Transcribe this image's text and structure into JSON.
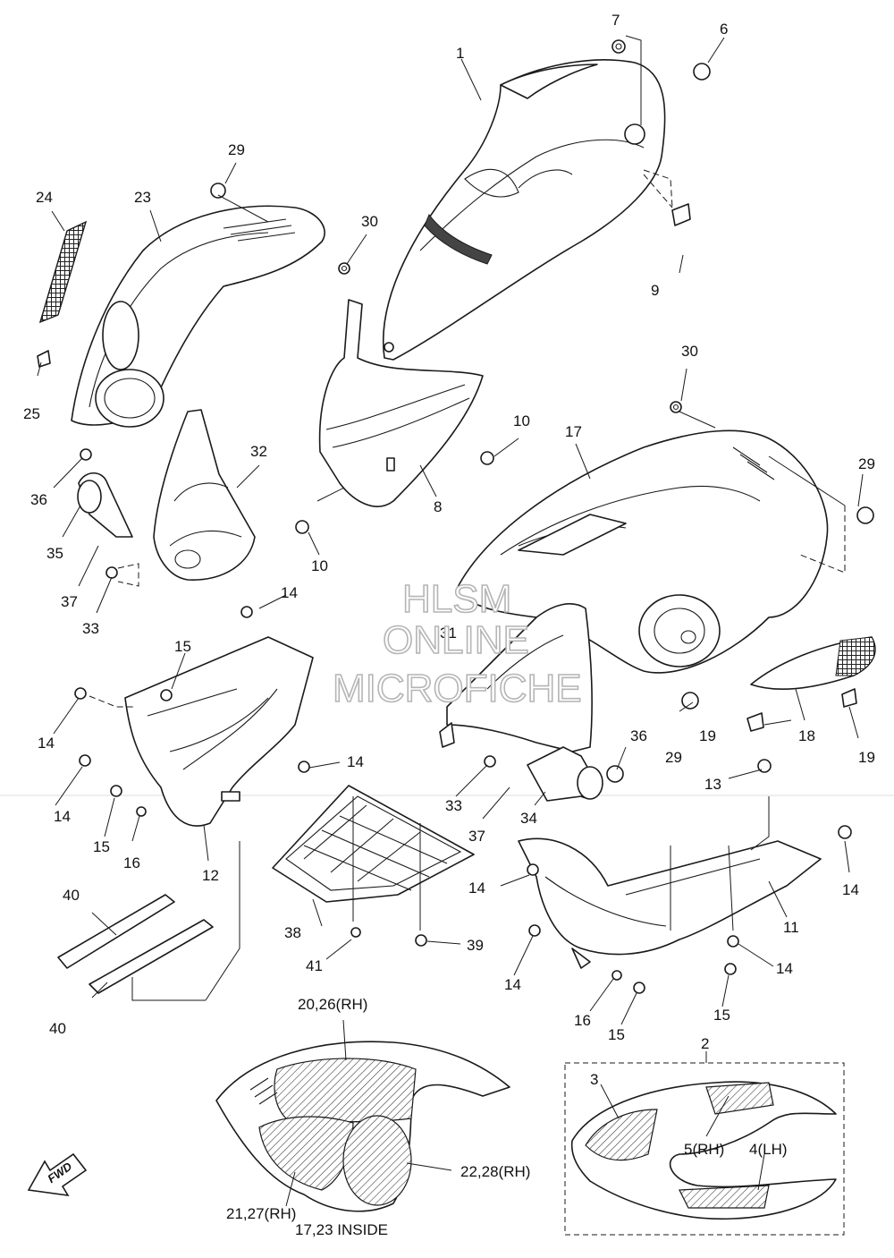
{
  "labels": {
    "l1": "1",
    "l2": "2",
    "l3": "3",
    "l4": "4(LH)",
    "l5": "5(RH)",
    "l6": "6",
    "l7": "7",
    "l8": "8",
    "l9": "9",
    "l10a": "10",
    "l10b": "10",
    "l11": "11",
    "l12": "12",
    "l13": "13",
    "l14a": "14",
    "l14b": "14",
    "l14c": "14",
    "l14d": "14",
    "l14e": "14",
    "l14f": "14",
    "l14g": "14",
    "l14h": "14",
    "l15a": "15",
    "l15b": "15",
    "l15c": "15",
    "l15d": "15",
    "l16a": "16",
    "l16b": "16",
    "l17": "17",
    "l18": "18",
    "l19a": "19",
    "l19b": "19",
    "l20": "20,26(RH)",
    "l21": "21,27(RH)",
    "l22": "22,28(RH)",
    "l23": "23",
    "l24": "24",
    "l25": "25",
    "l29a": "29",
    "l29b": "29",
    "l29c": "29",
    "l30a": "30",
    "l30b": "30",
    "l31": "31",
    "l32": "32",
    "l33a": "33",
    "l33b": "33",
    "l34": "34",
    "l35": "35",
    "l36a": "36",
    "l36b": "36",
    "l37a": "37",
    "l37b": "37",
    "l38": "38",
    "l39": "39",
    "l40a": "40",
    "l40b": "40",
    "l41": "41",
    "note_inside": "17,23 INSIDE"
  },
  "watermark": {
    "line1": "HLSM",
    "line2": "ONLINE",
    "line3": "MICROFICHE"
  },
  "fwd_label": "FWD"
}
